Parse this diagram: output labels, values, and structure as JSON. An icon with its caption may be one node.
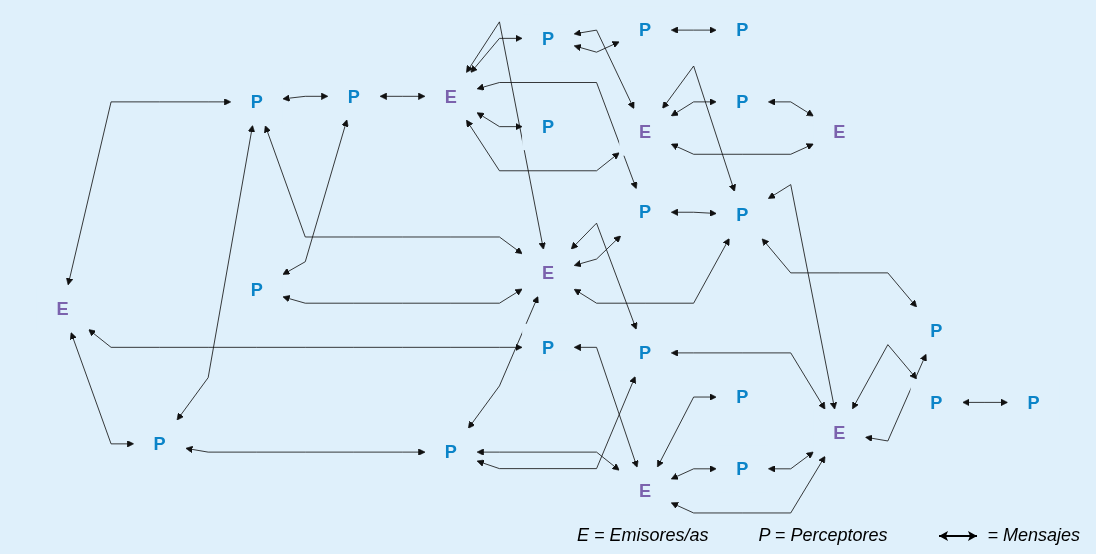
{
  "diagram": {
    "nodes": [
      {
        "text": [
          "P"
        ]
      },
      {
        "text": [
          "E"
        ]
      },
      {
        "text": [
          "P"
        ]
      },
      {
        "text": [
          "P"
        ]
      },
      {
        "text": [
          "P"
        ]
      },
      {
        "text": [
          "P"
        ]
      },
      {
        "text": [
          "P"
        ]
      },
      {
        "text": [
          "E"
        ]
      },
      {
        "text": [
          "E"
        ]
      },
      {
        "text": [
          "E"
        ]
      },
      {
        "text": [
          "P"
        ]
      },
      {
        "text": [
          "P"
        ]
      },
      {
        "text": [
          "P"
        ]
      },
      {
        "text": [
          "P"
        ]
      },
      {
        "text": [
          "P"
        ]
      },
      {
        "text": [
          "E"
        ]
      },
      {
        "text": [
          "P"
        ]
      },
      {
        "text": [
          "P"
        ]
      },
      {
        "text": [
          "P"
        ]
      },
      {
        "text": [
          "P"
        ]
      },
      {
        "text": [
          "E"
        ]
      },
      {
        "text": [
          "P"
        ]
      },
      {
        "text": [
          "E"
        ]
      },
      {
        "text": [
          "P"
        ]
      },
      {
        "text": [
          "P"
        ]
      },
      {
        "text": [
          "P"
        ]
      }
    ],
    "edges": [
      {
        "from": 1,
        "to": 0,
        "arrow": "both"
      },
      {
        "from": 1,
        "to": 4,
        "arrow": "both"
      },
      {
        "from": 1,
        "to": 2,
        "arrow": "both"
      },
      {
        "from": 2,
        "to": 0,
        "arrow": "both"
      },
      {
        "from": 0,
        "to": 3,
        "arrow": "both"
      },
      {
        "from": 0,
        "to": 8,
        "arrow": "both"
      },
      {
        "from": 5,
        "to": 3,
        "arrow": "both"
      },
      {
        "from": 3,
        "to": 7,
        "arrow": "both"
      },
      {
        "from": 4,
        "to": 9,
        "arrow": "both"
      },
      {
        "from": 2,
        "to": 6,
        "arrow": "both"
      },
      {
        "from": 5,
        "to": 8,
        "arrow": "both"
      },
      {
        "from": 6,
        "to": 8,
        "arrow": "both"
      },
      {
        "from": 7,
        "to": 8,
        "arrow": "both"
      },
      {
        "from": 7,
        "to": 10,
        "arrow": "both"
      },
      {
        "from": 7,
        "to": 13,
        "arrow": "both"
      },
      {
        "from": 7,
        "to": 14,
        "arrow": "both"
      },
      {
        "from": 7,
        "to": 15,
        "arrow": "both"
      },
      {
        "from": 6,
        "to": 9,
        "arrow": "both"
      },
      {
        "from": 6,
        "to": 12,
        "arrow": "both"
      },
      {
        "from": 8,
        "to": 12,
        "arrow": "both"
      },
      {
        "from": 8,
        "to": 13,
        "arrow": "both"
      },
      {
        "from": 8,
        "to": 16,
        "arrow": "both"
      },
      {
        "from": 9,
        "to": 11,
        "arrow": "both"
      },
      {
        "from": 9,
        "to": 19,
        "arrow": "both"
      },
      {
        "from": 9,
        "to": 20,
        "arrow": "both"
      },
      {
        "from": 12,
        "to": 20,
        "arrow": "both"
      },
      {
        "from": 10,
        "to": 15,
        "arrow": "both"
      },
      {
        "from": 10,
        "to": 17,
        "arrow": "both"
      },
      {
        "from": 13,
        "to": 16,
        "arrow": "both"
      },
      {
        "from": 15,
        "to": 16,
        "arrow": "both"
      },
      {
        "from": 15,
        "to": 21,
        "arrow": "both"
      },
      {
        "from": 15,
        "to": 22,
        "arrow": "both"
      },
      {
        "from": 16,
        "to": 20,
        "arrow": "both"
      },
      {
        "from": 16,
        "to": 23,
        "arrow": "both"
      },
      {
        "from": 19,
        "to": 20,
        "arrow": "both"
      },
      {
        "from": 20,
        "to": 24,
        "arrow": "both"
      },
      {
        "from": 20,
        "to": 23,
        "arrow": "both"
      },
      {
        "from": 21,
        "to": 22,
        "arrow": "both"
      },
      {
        "from": 17,
        "to": 18,
        "arrow": "both"
      },
      {
        "from": 24,
        "to": 25,
        "arrow": "both"
      }
    ],
    "legend": [
      {
        "text": "E = Emisores/as"
      },
      {
        "text": "P = Perceptores"
      },
      {
        "text": "= Mensajes"
      }
    ]
  }
}
